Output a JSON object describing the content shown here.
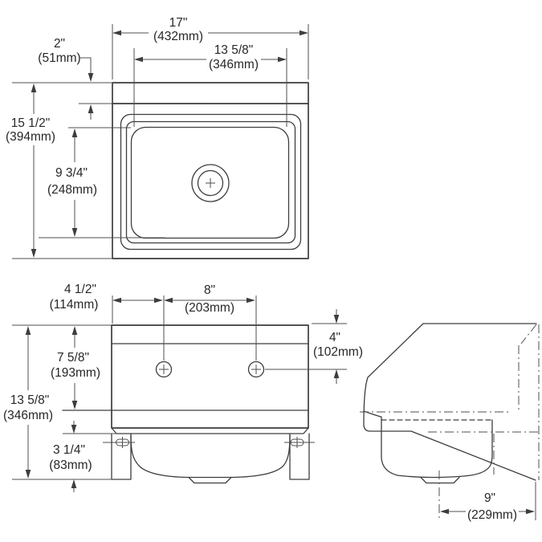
{
  "drawing": {
    "background": "#ffffff",
    "line_color": "#3d3d3d",
    "dimension_line_color": "#4f4f4f",
    "text_color": "#272727"
  },
  "dims": {
    "overall_width": {
      "in": "17\"",
      "mm": "(432mm)"
    },
    "basin_width": {
      "in": "13 5/8\"",
      "mm": "(346mm)"
    },
    "back_ledge": {
      "in": "2\"",
      "mm": "(51mm)"
    },
    "overall_depth": {
      "in": "15 1/2\"",
      "mm": "(394mm)"
    },
    "basin_depth_plan": {
      "in": "9 3/4\"",
      "mm": "(248mm)"
    },
    "hole_offset": {
      "in": "4 1/2\"",
      "mm": "(114mm)"
    },
    "hole_centers": {
      "in": "8\"",
      "mm": "(203mm)"
    },
    "hole_height": {
      "in": "4\"",
      "mm": "(102mm)"
    },
    "upper_height": {
      "in": "7 5/8\"",
      "mm": "(193mm)"
    },
    "overall_height": {
      "in": "13 5/8\"",
      "mm": "(346mm)"
    },
    "apron_drop": {
      "in": "3 1/4\"",
      "mm": "(83mm)"
    },
    "bowl_offset_side": {
      "in": "9\"",
      "mm": "(229mm)"
    }
  }
}
